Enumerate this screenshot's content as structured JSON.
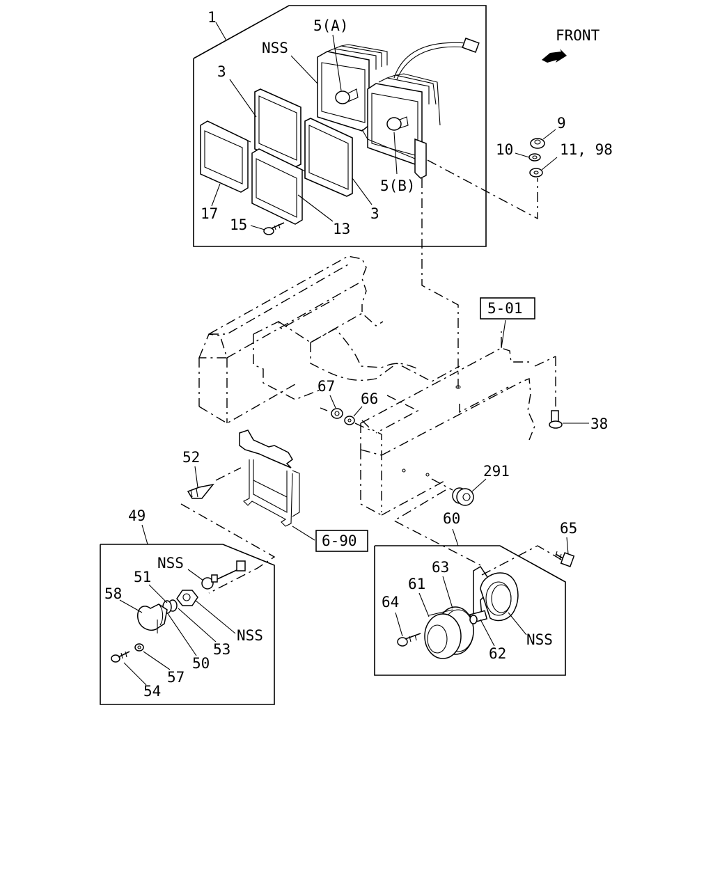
{
  "direction_label": "FRONT",
  "callouts": {
    "c1": "1",
    "c5a": "5(A)",
    "nss_top": "NSS",
    "c3a": "3",
    "c3b": "3",
    "c5b": "5(B)",
    "c17": "17",
    "c15": "15",
    "c13": "13",
    "c9": "9",
    "c10": "10",
    "c11_98": "11, 98",
    "ref_501": "5-01",
    "c67": "67",
    "c66": "66",
    "c38": "38",
    "c52": "52",
    "c291": "291",
    "c49": "49",
    "c60": "60",
    "c65": "65",
    "ref_690": "6-90",
    "nss_left1": "NSS",
    "c51": "51",
    "c58": "58",
    "nss_left2": "NSS",
    "c53": "53",
    "c50": "50",
    "c57": "57",
    "c54": "54",
    "c63": "63",
    "c61": "61",
    "c64": "64",
    "nss_right": "NSS",
    "c62": "62"
  }
}
